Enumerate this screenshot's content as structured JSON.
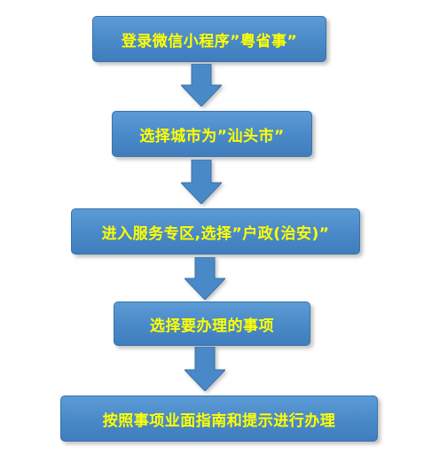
{
  "flow": {
    "steps": [
      {
        "label": "登录微信小程序”粤省事”"
      },
      {
        "label": "选择城市为”汕头市”"
      },
      {
        "label": "进入服务专区,选择”户政(治安)”"
      },
      {
        "label": "选择要办理的事项"
      },
      {
        "label": "按照事项业面指南和提示进行办理"
      }
    ]
  },
  "colors": {
    "box_fill": "#4a89c8",
    "box_text": "#ffff00",
    "arrow_fill": "#4a89c8"
  }
}
